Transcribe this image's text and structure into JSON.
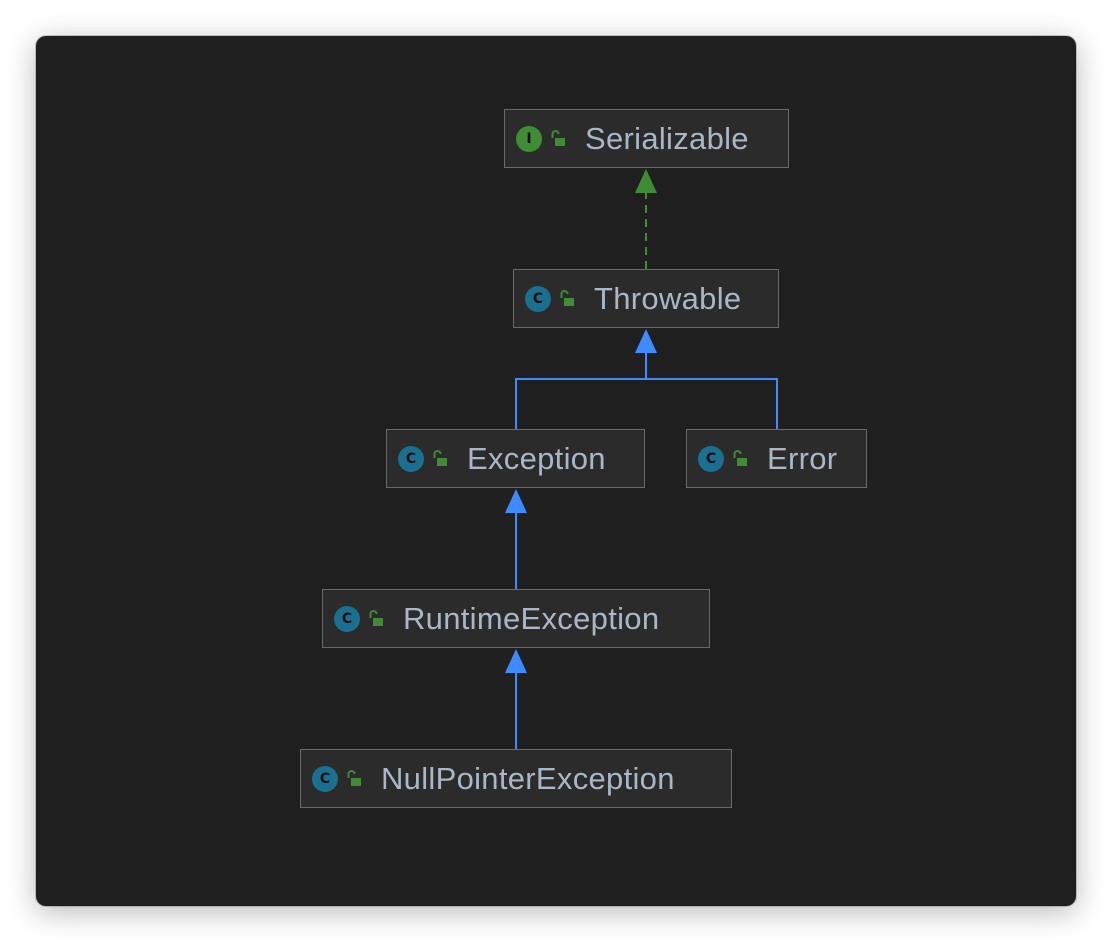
{
  "diagram": {
    "nodes": [
      {
        "id": "serializable",
        "name": "Serializable",
        "kind": "interface",
        "badge_letter": "I",
        "visibility": "public"
      },
      {
        "id": "throwable",
        "name": "Throwable",
        "kind": "class",
        "badge_letter": "C",
        "visibility": "public"
      },
      {
        "id": "exception",
        "name": "Exception",
        "kind": "class",
        "badge_letter": "C",
        "visibility": "public"
      },
      {
        "id": "error",
        "name": "Error",
        "kind": "class",
        "badge_letter": "C",
        "visibility": "public"
      },
      {
        "id": "runtime-exception",
        "name": "RuntimeException",
        "kind": "class",
        "badge_letter": "C",
        "visibility": "public"
      },
      {
        "id": "null-pointer-exception",
        "name": "NullPointerException",
        "kind": "class",
        "badge_letter": "C",
        "visibility": "public"
      }
    ],
    "edges": [
      {
        "from": "throwable",
        "to": "serializable",
        "type": "implements"
      },
      {
        "from": "exception",
        "to": "throwable",
        "type": "extends"
      },
      {
        "from": "error",
        "to": "throwable",
        "type": "extends"
      },
      {
        "from": "runtime-exception",
        "to": "exception",
        "type": "extends"
      },
      {
        "from": "null-pointer-exception",
        "to": "runtime-exception",
        "type": "extends"
      }
    ]
  },
  "colors": {
    "background": "#1f1f1f",
    "node_fill": "#2b2b2b",
    "node_border": "#6a6a6a",
    "label_text": "#a9b7c6",
    "class_badge": "#1b6f8f",
    "interface_badge": "#3e8c34",
    "lock_icon": "#3e8c34",
    "extends_arrow": "#3d8bff",
    "implements_arrow": "#3e8c34"
  },
  "icons": {
    "class": "class-badge-icon",
    "interface": "interface-badge-icon",
    "visibility": "public-lock-icon"
  }
}
